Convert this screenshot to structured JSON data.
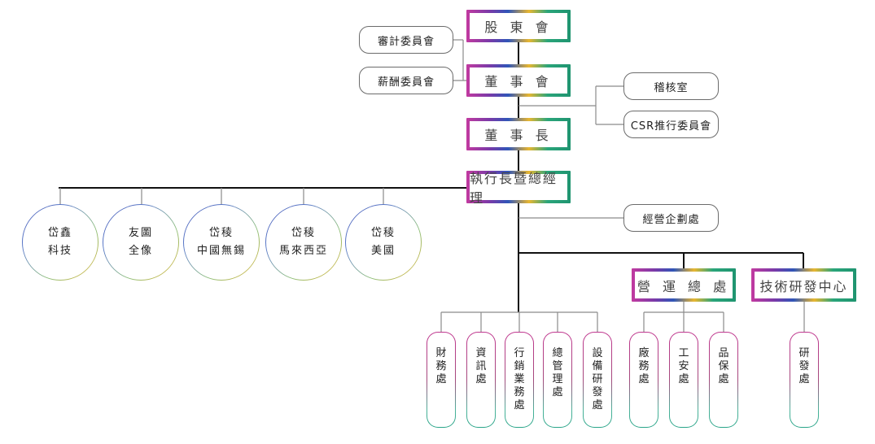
{
  "nodes": {
    "shareholders": "股 東 會",
    "board": "董 事 會",
    "chairman": "董 事 長",
    "ceo": "執行長暨總經理",
    "audit_committee": "審計委員會",
    "remuneration_committee": "薪酬委員會",
    "audit_office": "稽核室",
    "csr_committee": "CSR推行委員會",
    "planning_office": "經營企劃處",
    "operations_division": "營 運 總 處",
    "rd_center": "技術研發中心"
  },
  "subsidiaries": [
    {
      "line1": "岱鑫",
      "line2": "科技"
    },
    {
      "line1": "友圖",
      "line2": "全像"
    },
    {
      "line1": "岱稜",
      "line2": "中國無錫"
    },
    {
      "line1": "岱稜",
      "line2": "馬來西亞"
    },
    {
      "line1": "岱稜",
      "line2": "美國"
    }
  ],
  "ceo_departments": [
    "財務處",
    "資訊處",
    "行銷業務處",
    "總管理處",
    "設備研發處"
  ],
  "operations_departments": [
    "廠務處",
    "工安處",
    "品保處"
  ],
  "rd_departments": [
    "研發處"
  ],
  "colors": {
    "line": "#111111",
    "thin_line": "#8a8a8a",
    "gradient_magenta": "#c23aa0",
    "gradient_blue": "#2f55b8",
    "gradient_gold": "#e8b630",
    "gradient_teal": "#1f9470"
  }
}
